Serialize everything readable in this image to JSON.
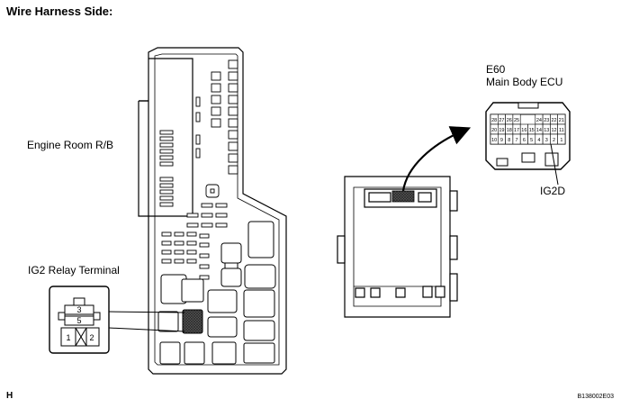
{
  "title": "Wire Harness Side:",
  "labels": {
    "engine_room_rb": "Engine Room R/B",
    "ig2_relay_terminal": "IG2 Relay Terminal",
    "connector_code": "E60",
    "ecu_name": "Main Body ECU",
    "ig2d": "IG2D"
  },
  "relay_pins": [
    "3",
    "5",
    "1",
    "2"
  ],
  "ecu_pins_top": [
    "28",
    "27",
    "26",
    "25",
    "24",
    "23",
    "22",
    "21"
  ],
  "ecu_pins_mid": [
    "20",
    "19",
    "18",
    "17",
    "16",
    "15",
    "14",
    "13",
    "12",
    "11"
  ],
  "ecu_pins_bot": [
    "10",
    "9",
    "8",
    "7",
    "6",
    "5",
    "4",
    "3",
    "2",
    "1"
  ],
  "footer": {
    "page_code": "H",
    "figure_id": "B138002E03"
  }
}
